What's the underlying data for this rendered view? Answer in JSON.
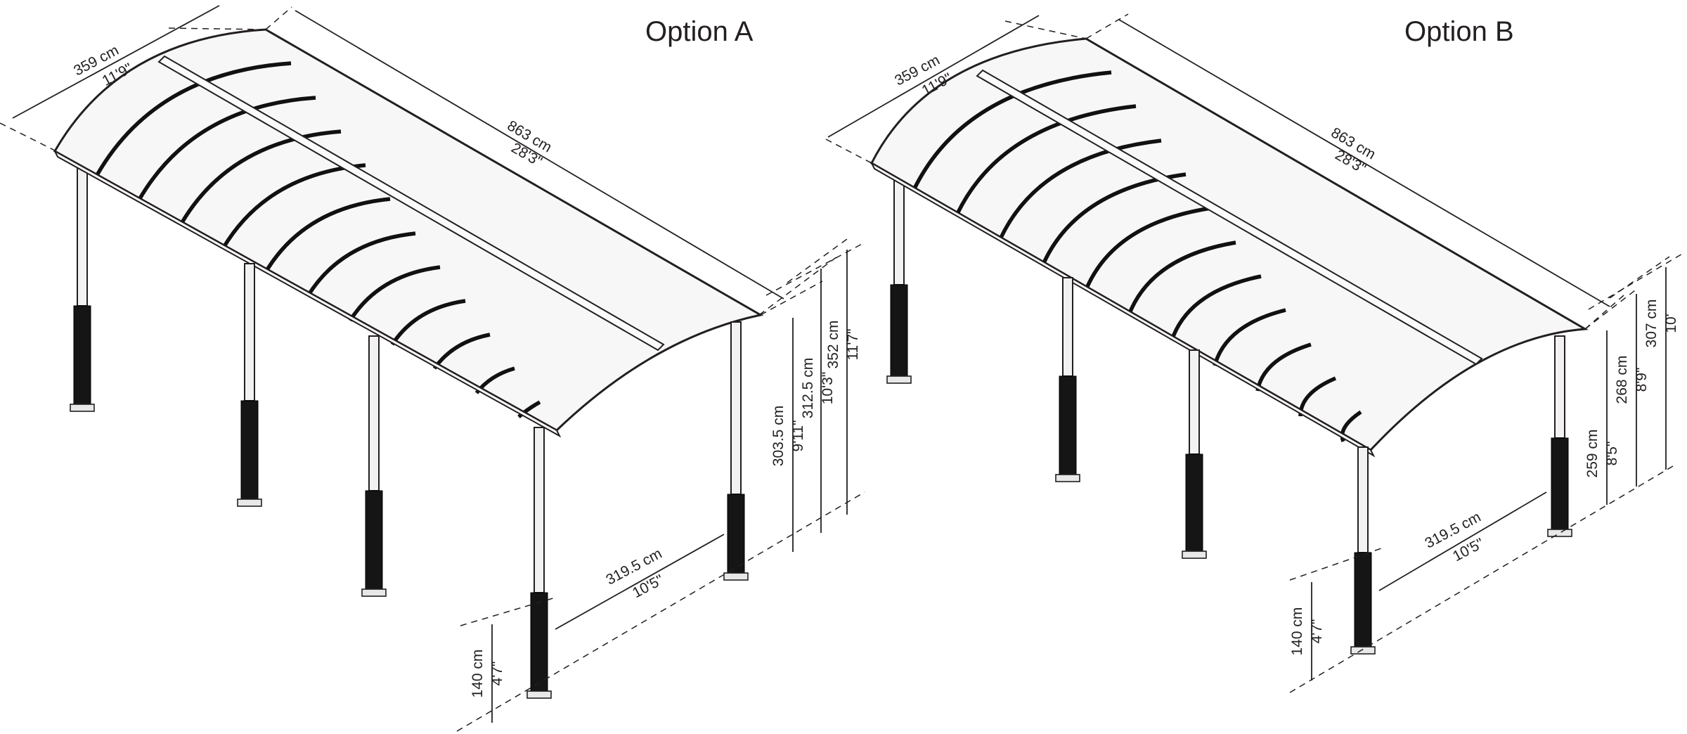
{
  "options": [
    {
      "id": "A",
      "title": "Option A",
      "dimensions": {
        "width_cm": "359 cm",
        "width_ft": "11'9\"",
        "length_cm": "863 cm",
        "length_ft": "28'3\"",
        "h_low_cm": "303.5 cm",
        "h_low_ft": "9'11\"",
        "h_mid_cm": "312.5 cm",
        "h_mid_ft": "10'3\"",
        "h_top_cm": "352 cm",
        "h_top_ft": "11'7\"",
        "span_cm": "319.5 cm",
        "span_ft": "10'5\"",
        "base_cm": "140 cm",
        "base_ft": "4'7\""
      }
    },
    {
      "id": "B",
      "title": "Option B",
      "dimensions": {
        "width_cm": "359 cm",
        "width_ft": "11'9\"",
        "length_cm": "863 cm",
        "length_ft": "28'3\"",
        "h_low_cm": "259 cm",
        "h_low_ft": "8'5\"",
        "h_mid_cm": "268 cm",
        "h_mid_ft": "8'9\"",
        "h_top_cm": "307 cm",
        "h_top_ft": "10'",
        "span_cm": "319.5 cm",
        "span_ft": "10'5\"",
        "base_cm": "140 cm",
        "base_ft": "4'7\""
      }
    }
  ],
  "colors": {
    "line": "#231f20",
    "rib": "#111111",
    "post_base": "#151515",
    "background": "#ffffff"
  }
}
